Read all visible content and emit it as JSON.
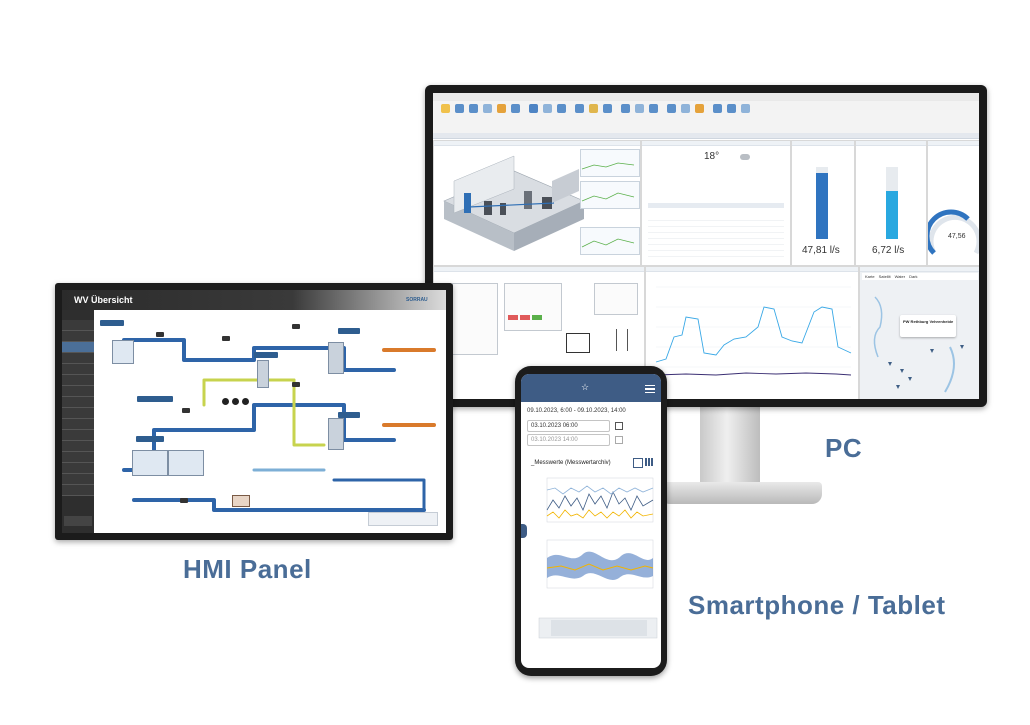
{
  "captions": {
    "pc": "PC",
    "hmi": "HMI Panel",
    "mobile": "Smartphone / Tablet"
  },
  "hmi": {
    "title": "WV Übersicht",
    "brand": "SORRAU"
  },
  "pc": {
    "temperature": "18°",
    "flow_1": "47,81 l/s",
    "flow_2": "6,72 l/s",
    "gauge_value": "47,56",
    "map_place": "PW Rethburg Vehrenheide",
    "map_tabs": [
      "Karte",
      "Satellit",
      "Water",
      "Dark"
    ]
  },
  "phone": {
    "date_range": "09.10.2023, 6:00 - 09.10.2023, 14:00",
    "from": "03.10.2023 06:00",
    "to": "03.10.2023 14:00",
    "chart_title": "_Messwerte  (Messwertarchiv)"
  },
  "colors": {
    "caption_blue": "#4a6d97",
    "phone_header": "#3e5c85",
    "accent_yellow": "#f2b400"
  }
}
